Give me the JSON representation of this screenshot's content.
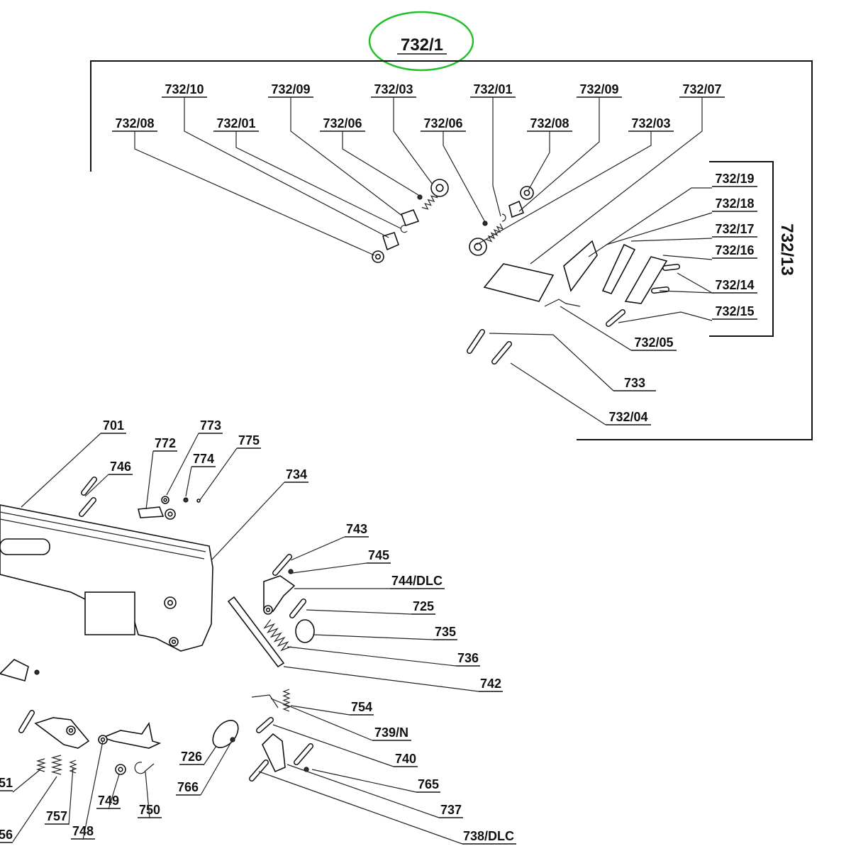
{
  "diagram": {
    "title": "732/1",
    "highlight_color": "#22c02a",
    "subassembly_label": "732/13",
    "labels": [
      "732/10",
      "732/09",
      "732/03",
      "732/01",
      "732/09",
      "732/07",
      "732/08",
      "732/01",
      "732/06",
      "732/06",
      "732/08",
      "732/03",
      "732/19",
      "732/18",
      "732/17",
      "732/16",
      "732/14",
      "732/15",
      "732/05",
      "733",
      "732/04",
      "701",
      "773",
      "775",
      "772",
      "774",
      "746",
      "734",
      "743",
      "745",
      "744/DLC",
      "725",
      "735",
      "736",
      "742",
      "754",
      "739/N",
      "740",
      "765",
      "737",
      "738/DLC",
      "726",
      "766",
      "749",
      "750",
      "748",
      "757",
      "51",
      "56"
    ]
  }
}
